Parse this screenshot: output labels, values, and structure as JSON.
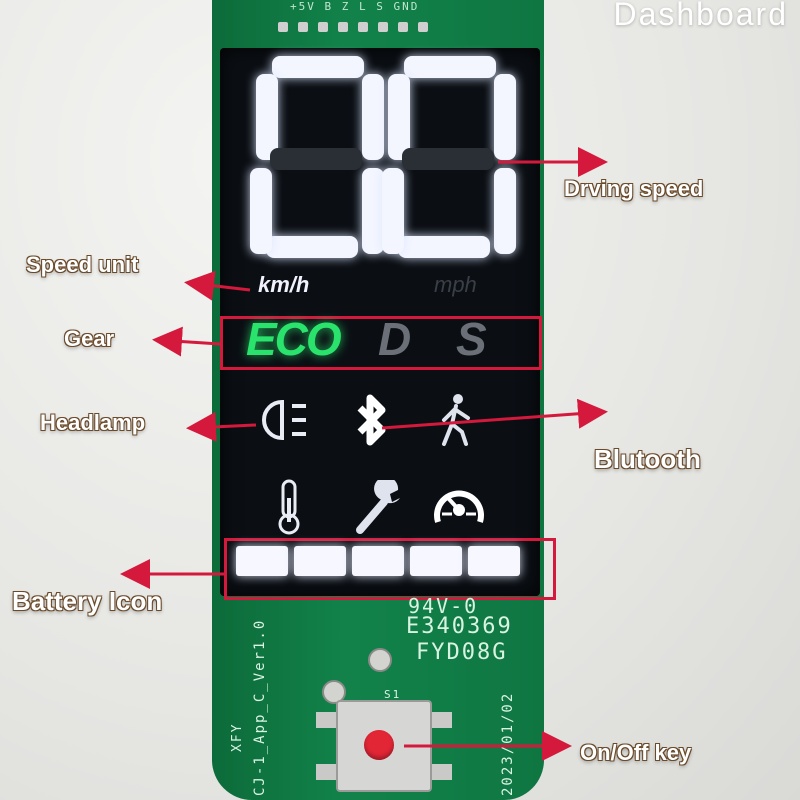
{
  "title": "Dashboard",
  "pcb": {
    "header_pins": "+5V B Z L  S GND",
    "marking_1": "94V-0",
    "marking_2": "E340369",
    "marking_3": "FYD08G",
    "vertical_left": "XFY",
    "vertical_model": "CJ-1_App_C_Ver1.0",
    "vertical_date": "2023/01/02",
    "switch_label": "S1"
  },
  "display": {
    "speed_digits": "00",
    "unit_kmh": "km/h",
    "unit_mph": "mph",
    "gears": [
      {
        "label": "ECO",
        "active": true
      },
      {
        "label": "D",
        "active": false
      },
      {
        "label": "S",
        "active": false
      }
    ],
    "battery_bars": 5,
    "battery_level": 1.0,
    "colors": {
      "segment": "#f4f6ff",
      "eco": "#29e36c",
      "highlight_box": "#d4193c",
      "arrow": "#d4193c"
    }
  },
  "annotations": {
    "driving_speed": "Drving speed",
    "speed_unit": "Speed unit",
    "gear": "Gear",
    "headlamp": "Headlamp",
    "bluetooth": "Blutooth",
    "battery_icon": "Battery Icon",
    "onoff_key": "On/Off key"
  },
  "icons": [
    "headlamp-icon",
    "bluetooth-icon",
    "walking-person-icon",
    "thermometer-icon",
    "wrench-icon",
    "speedometer-fault-icon"
  ]
}
